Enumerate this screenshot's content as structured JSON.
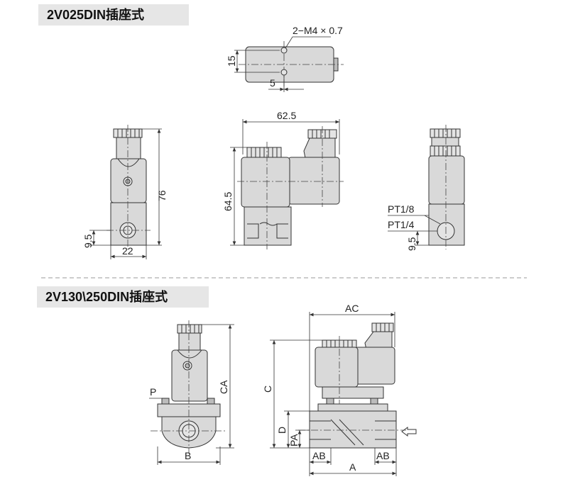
{
  "sections": [
    {
      "title": "2V025DIN插座式"
    },
    {
      "title": "2V130\\250DIN插座式"
    }
  ],
  "dims": {
    "thread": "2−M4 × 0.7",
    "d15": "15",
    "d5": "5",
    "d76": "76",
    "d9_5_left": "9.5",
    "d22": "22",
    "d62_5": "62.5",
    "d64_5": "64.5",
    "pt18": "PT1/8",
    "pt14": "PT1/4",
    "d9_5_right": "9.5",
    "P": "P",
    "CA": "CA",
    "B": "B",
    "AC": "AC",
    "C": "C",
    "D": "D",
    "PA": "PA",
    "AB_left": "AB",
    "AB_right": "AB",
    "A": "A"
  },
  "icons": {
    "flow_arrow": "arrow-left-icon"
  }
}
